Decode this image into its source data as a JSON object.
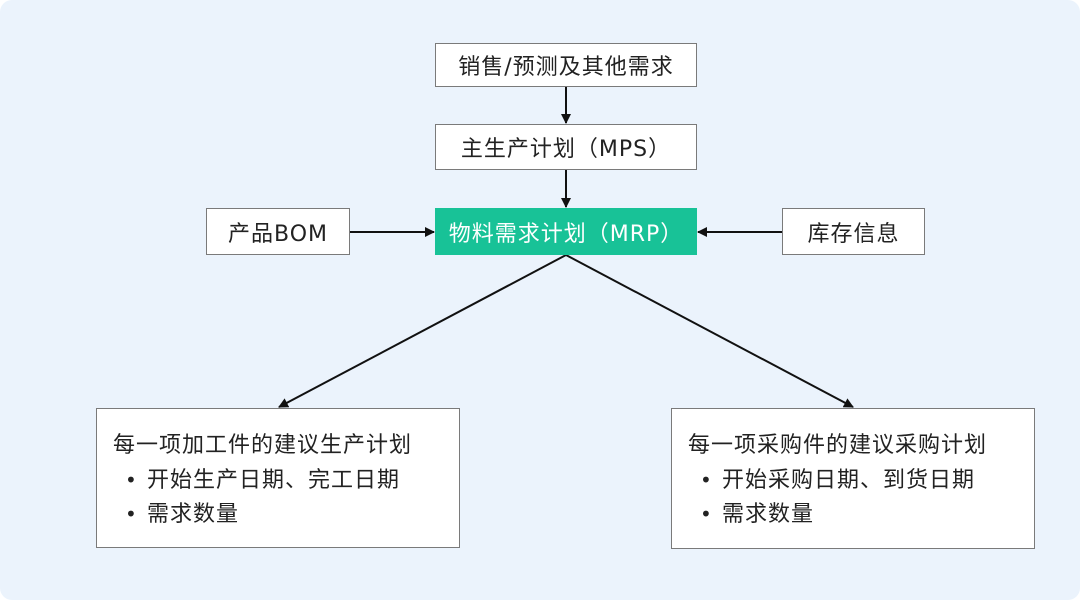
{
  "nodes": {
    "sales": "销售/预测及其他需求",
    "mps": "主生产计划（MPS）",
    "mrp": "物料需求计划（MRP）",
    "bom": "产品BOM",
    "stock": "库存信息"
  },
  "outputs": {
    "left": {
      "title": "每一项加工件的建议生产计划",
      "bullets": [
        "开始生产日期、完工日期",
        "需求数量"
      ]
    },
    "right": {
      "title": "每一项采购件的建议采购计划",
      "bullets": [
        "开始采购日期、到货日期",
        "需求数量"
      ]
    }
  },
  "bullet_glyph": "•",
  "colors": {
    "background": "#ebf3fc",
    "highlight": "#18c297",
    "border": "#7a7a7a",
    "line": "#111111"
  }
}
